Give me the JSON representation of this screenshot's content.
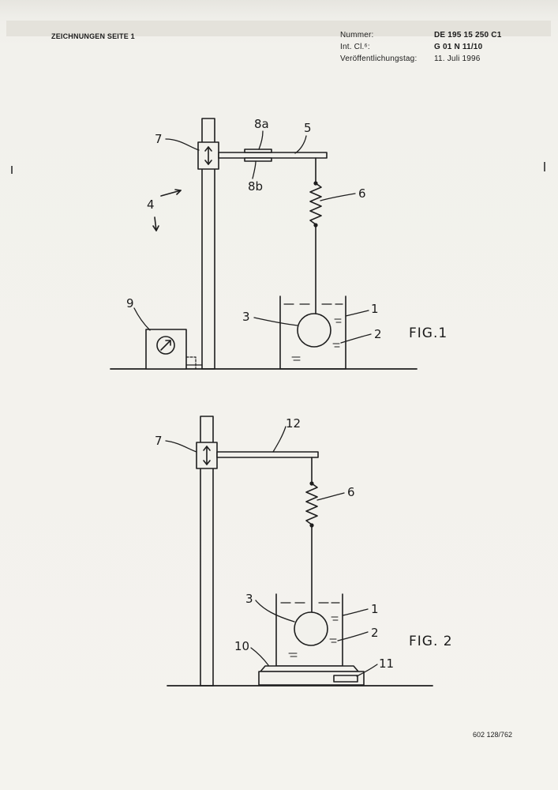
{
  "header": {
    "left_title": "ZEICHNUNGEN SEITE 1",
    "fields": [
      {
        "label": "Nummer:",
        "value": "DE 195 15 250  C1"
      },
      {
        "label": "Int. Cl.⁶:",
        "value": "G 01 N  11/10"
      },
      {
        "label": "Veröffentlichungstag:",
        "value": "11. Juli 1996"
      }
    ]
  },
  "figure1": {
    "caption": "FIG.1",
    "labels": {
      "l8a": "8a",
      "l5": "5",
      "l7": "7",
      "l8b": "8b",
      "l4": "4",
      "l6": "6",
      "l9": "9",
      "l3": "3",
      "l1": "1",
      "l2": "2"
    }
  },
  "figure2": {
    "caption": "FIG. 2",
    "labels": {
      "l12": "12",
      "l7": "7",
      "l6": "6",
      "l3": "3",
      "l1": "1",
      "l2": "2",
      "l10": "10",
      "l11": "11"
    }
  },
  "footer": {
    "code": "602 128/762"
  }
}
